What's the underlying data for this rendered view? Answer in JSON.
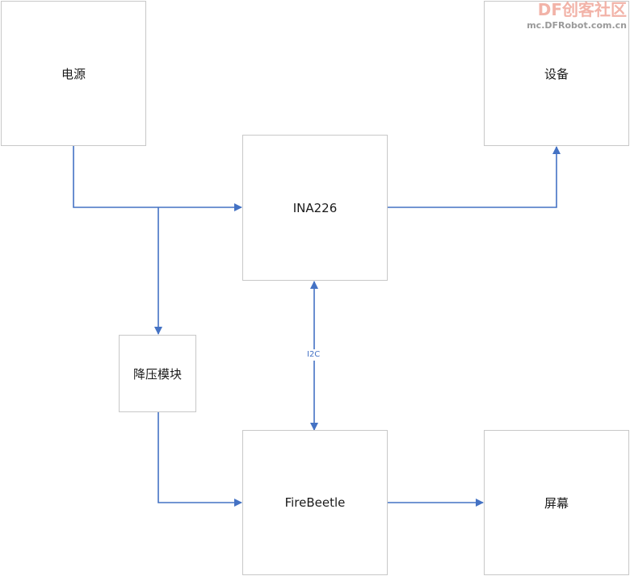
{
  "watermark": {
    "logo": "DF创客社区",
    "url": "mc.DFRobot.com.cn"
  },
  "nodes": {
    "power": "电源",
    "device": "设备",
    "ina226": "INA226",
    "buck": "降压模块",
    "firebeetle": "FireBeetle",
    "screen": "屏幕"
  },
  "edges": {
    "i2c": "I2C"
  },
  "colors": {
    "connector": "#4472c4",
    "border": "#c8c8c8"
  }
}
